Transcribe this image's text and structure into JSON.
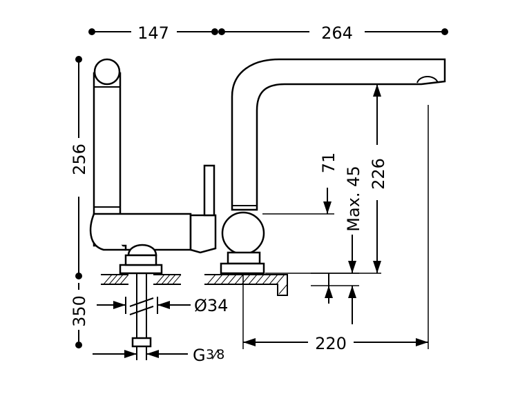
{
  "dimensions": {
    "width_left": "147",
    "width_spout": "264",
    "height_total": "256",
    "spout_outlet_height": "226",
    "lever_height": "71",
    "max_deck_thickness": "Max. 45",
    "below_deck_length": "350",
    "hole_diameter": "Ø34",
    "spout_reach": "220",
    "thread_size": "G",
    "thread_fraction": "3⁄8"
  }
}
